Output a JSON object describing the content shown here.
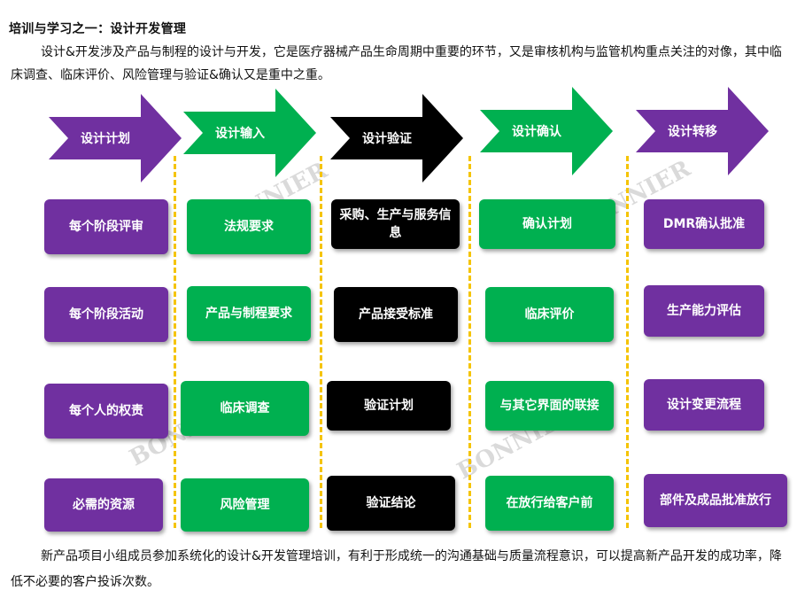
{
  "title": "培训与学习之一：设计开发管理",
  "intro": "设计&开发涉及产品与制程的设计与开发，它是医疗器械产品生命周期中重要的环节，又是审核机构与监管机构重点关注的对像，其中临床调查、临床评价、风险管理与验证&确认又是重中之重。",
  "stages": [
    {
      "label": "设计计划",
      "color": "#7030a0",
      "items": [
        "每个阶段评审",
        "每个阶段活动",
        "每个人的权责",
        "必需的资源"
      ]
    },
    {
      "label": "设计输入",
      "color": "#00b050",
      "items": [
        "法规要求",
        "产品与制程要求",
        "临床调查",
        "风险管理"
      ]
    },
    {
      "label": "设计验证",
      "color": "#000000",
      "items": [
        "采购、生产与服务信息",
        "产品接受标准",
        "验证计划",
        "验证结论"
      ]
    },
    {
      "label": "设计确认",
      "color": "#00b050",
      "items": [
        "确认计划",
        "临床评价",
        "与其它界面的联接",
        "在放行给客户前"
      ]
    },
    {
      "label": "设计转移",
      "color": "#7030a0",
      "items": [
        "DMR确认批准",
        "生产能力评估",
        "设计变更流程",
        "部件及成品批准放行"
      ]
    }
  ],
  "watermark": "BONNIER博尼尔",
  "outro": "新产品项目小组成员参加系统化的设计&开发管理培训，有利于形成统一的沟通基础与质量流程意识，可以提高新产品开发的成功率，降低不必要的客户投诉次数。"
}
